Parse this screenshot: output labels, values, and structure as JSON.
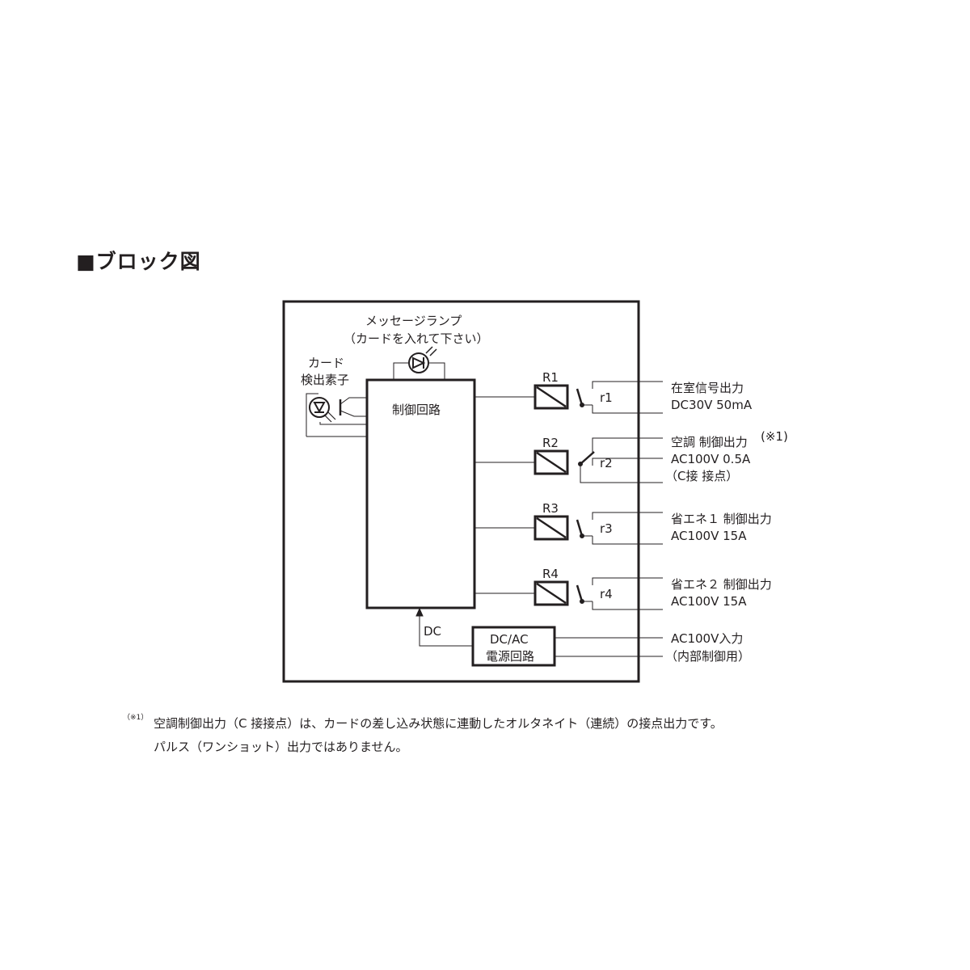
{
  "title": "■ブロック図",
  "diagram": {
    "lamp_label": "メッセージランプ",
    "lamp_sub": "（カードを入れて下さい）",
    "sensor_label_1": "カード",
    "sensor_label_2": "検出素子",
    "control": "制御回路",
    "relays": [
      "R1",
      "R2",
      "R3",
      "R4"
    ],
    "contacts": [
      "r1",
      "r2",
      "r3",
      "r4"
    ],
    "outputs": [
      {
        "line1": "在室信号出力",
        "line2": "DC30V 50mA"
      },
      {
        "line1": "空調 制御出力",
        "note": "(※1)",
        "line2": "AC100V 0.5A",
        "line3": "（C接 接点）"
      },
      {
        "line1": "省エネ１ 制御出力",
        "line2": "AC100V 15A"
      },
      {
        "line1": "省エネ２ 制御出力",
        "line2": "AC100V 15A"
      }
    ],
    "dc_label": "DC",
    "power_1": "DC/AC",
    "power_2": "電源回路",
    "input_1": "AC100V入力",
    "input_2": "（内部制御用）"
  },
  "footnote": {
    "mark": "（※1）",
    "line1": "空調制御出力（C 接接点）は、カードの差し込み状態に連動したオルタネイト（連続）の接点出力です。",
    "line2": "パルス（ワンショット）出力ではありません。"
  }
}
